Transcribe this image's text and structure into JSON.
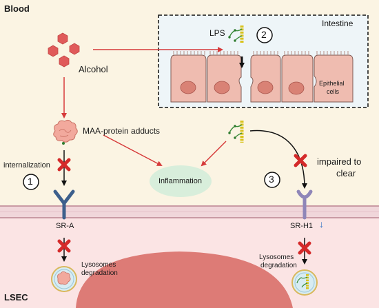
{
  "regions": {
    "blood": "Blood",
    "lsec": "LSEC",
    "intestine": "Intestine"
  },
  "labels": {
    "alcohol": "Alcohol",
    "lps": "LPS",
    "maa_adducts": "MAA-protein adducts",
    "internalization": "internalization",
    "inflammation": "Inflammation",
    "impaired_line1": "impaired to",
    "impaired_line2": "clear",
    "epithelial_line1": "Epithelial",
    "epithelial_line2": "cells",
    "sra": "SR-A",
    "srh1": "SR-H1",
    "srh1_arrow": "↓",
    "lyso1_line1": "Lysosomes",
    "lyso1_line2": "degradation",
    "lyso2_line1": "Lysosomes",
    "lyso2_line2": "degradation"
  },
  "steps": [
    "1",
    "2",
    "3"
  ],
  "icons": [
    "alcohol-molecule-icon",
    "lps-molecule-icon",
    "maa-adduct-icon",
    "block-x-icon",
    "receptor-icon",
    "lysosome-icon"
  ],
  "colors": {
    "blood_bg": "#fbf4e3",
    "lsec_bg": "#fbe4e4",
    "membrane": "#d9b0b8",
    "red_arrow": "#d63a3a",
    "block_x": "#d42a2a",
    "sra_receptor": "#3d5f8c",
    "srh1_receptor": "#8f86b8",
    "inflammation": "#d8eedb",
    "nucleus": "#dd7b76",
    "cells": "#efbcb0",
    "hexagon": "#e05a5a"
  }
}
